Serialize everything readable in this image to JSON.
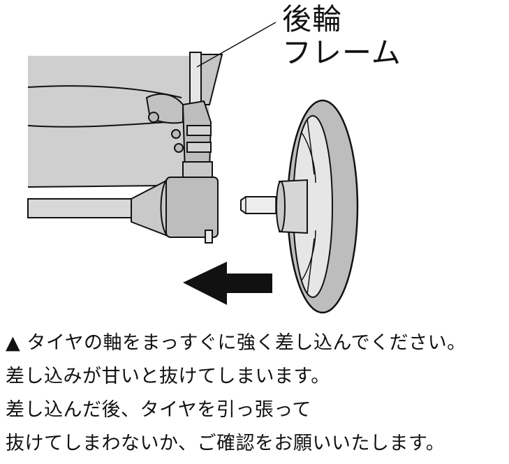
{
  "callout": {
    "line1": "後輪",
    "line2": "フレーム"
  },
  "caption": {
    "line1": "▲ タイヤの軸をまっすぐに強く差し込んでください。",
    "line2": "差し込みが甘いと抜けてしまいます。",
    "line3": "差し込んだ後、タイヤを引っ張って",
    "line4": "抜けてしまわないか、ご確認をお願いいたします。"
  },
  "colors": {
    "frame_gray": "#cfcfcf",
    "tire_gray": "#bdbdbd",
    "line": "#111111",
    "arrow": "#111111"
  }
}
